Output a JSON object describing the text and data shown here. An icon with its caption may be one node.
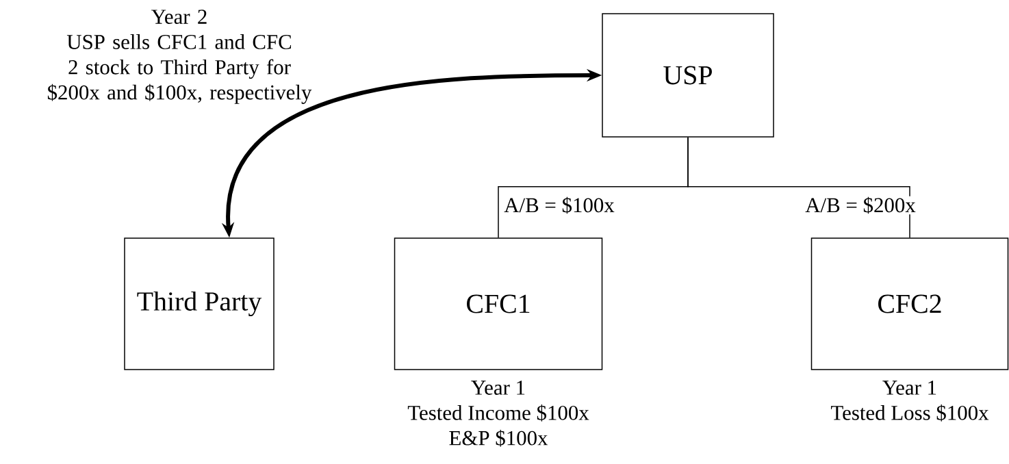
{
  "diagram": {
    "nodes": [
      {
        "text": [
          "USP"
        ]
      },
      {
        "text": [
          "Third Party"
        ]
      },
      {
        "text": [
          "CFC1"
        ],
        "beside": [
          "Year 1",
          "Tested Income $100x",
          "E&P $100x"
        ]
      },
      {
        "text": [
          "CFC2"
        ],
        "beside": [
          "Year 1",
          "Tested Loss $100x"
        ]
      }
    ],
    "edges": [
      {
        "from": 1,
        "to": 0,
        "arrow": "both",
        "style": "thick"
      },
      {
        "from": 0,
        "to": 2,
        "arrow": "none",
        "label": "A/B = $100x"
      },
      {
        "from": 0,
        "to": 3,
        "arrow": "none",
        "label": "A/B = $200x"
      }
    ],
    "labels": [
      "Year 2",
      "USP sells CFC1 and CFC 2 stock to Third Party for $200x and $100x, respectively"
    ]
  }
}
